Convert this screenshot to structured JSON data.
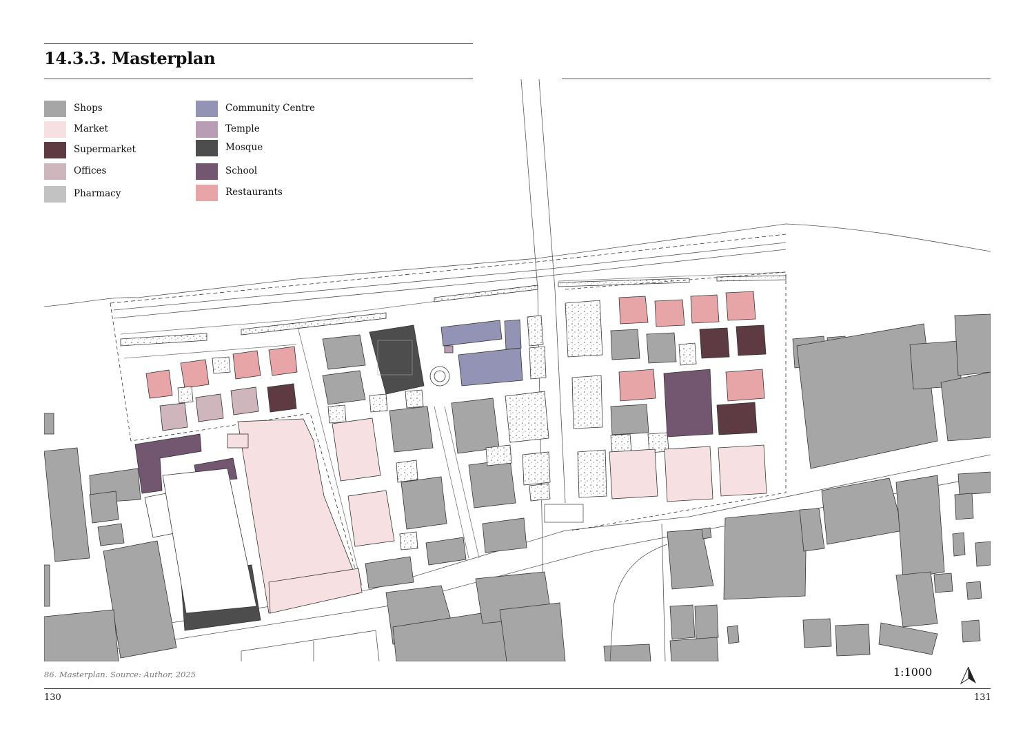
{
  "heading": "14.3.3. Masterplan",
  "legend": {
    "items": [
      {
        "label": "Shops",
        "color": "#a6a6a6"
      },
      {
        "label": "Market",
        "color": "#f7e0e1"
      },
      {
        "label": "Supermarket",
        "color": "#5e3b43"
      },
      {
        "label": "Offices",
        "color": "#cfb6bd"
      },
      {
        "label": "Pharmacy",
        "color": "#c2c2c2"
      },
      {
        "label": "Community Centre",
        "color": "#9393b5"
      },
      {
        "label": "Temple",
        "color": "#b89db5"
      },
      {
        "label": "Mosque",
        "color": "#4d4d4d"
      },
      {
        "label": "School",
        "color": "#735670"
      },
      {
        "label": "Restaurants",
        "color": "#e8a5a7"
      }
    ]
  },
  "caption": "86. Masterplan. Source: Author, 2025",
  "scale": "1:1000",
  "north_arrow": "north-arrow-icon",
  "page_left": "130",
  "page_right": "131"
}
